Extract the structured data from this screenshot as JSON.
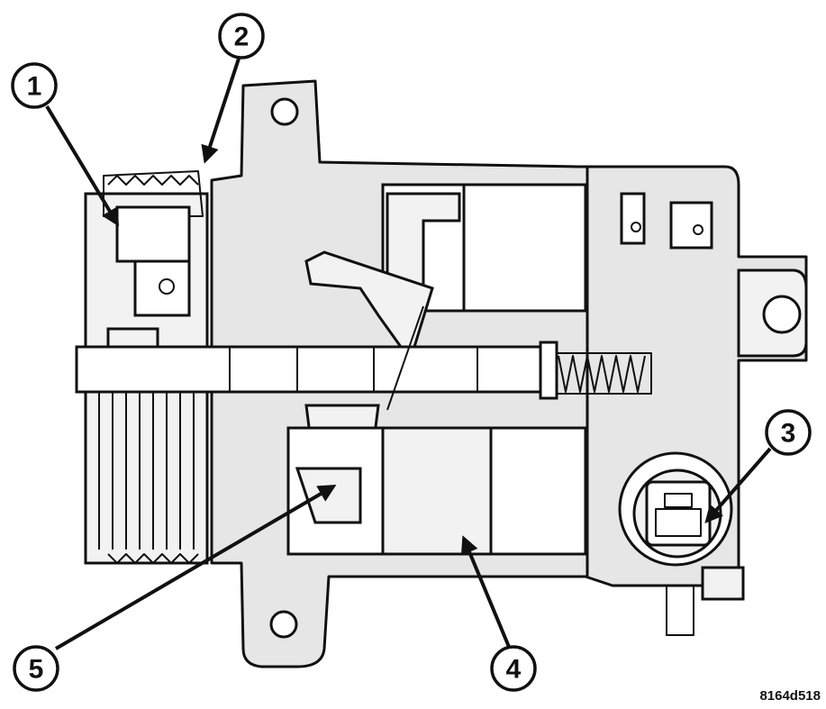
{
  "figure_id": "8164d518",
  "callouts": [
    {
      "label": "1"
    },
    {
      "label": "2"
    },
    {
      "label": "3"
    },
    {
      "label": "4"
    },
    {
      "label": "5"
    }
  ]
}
